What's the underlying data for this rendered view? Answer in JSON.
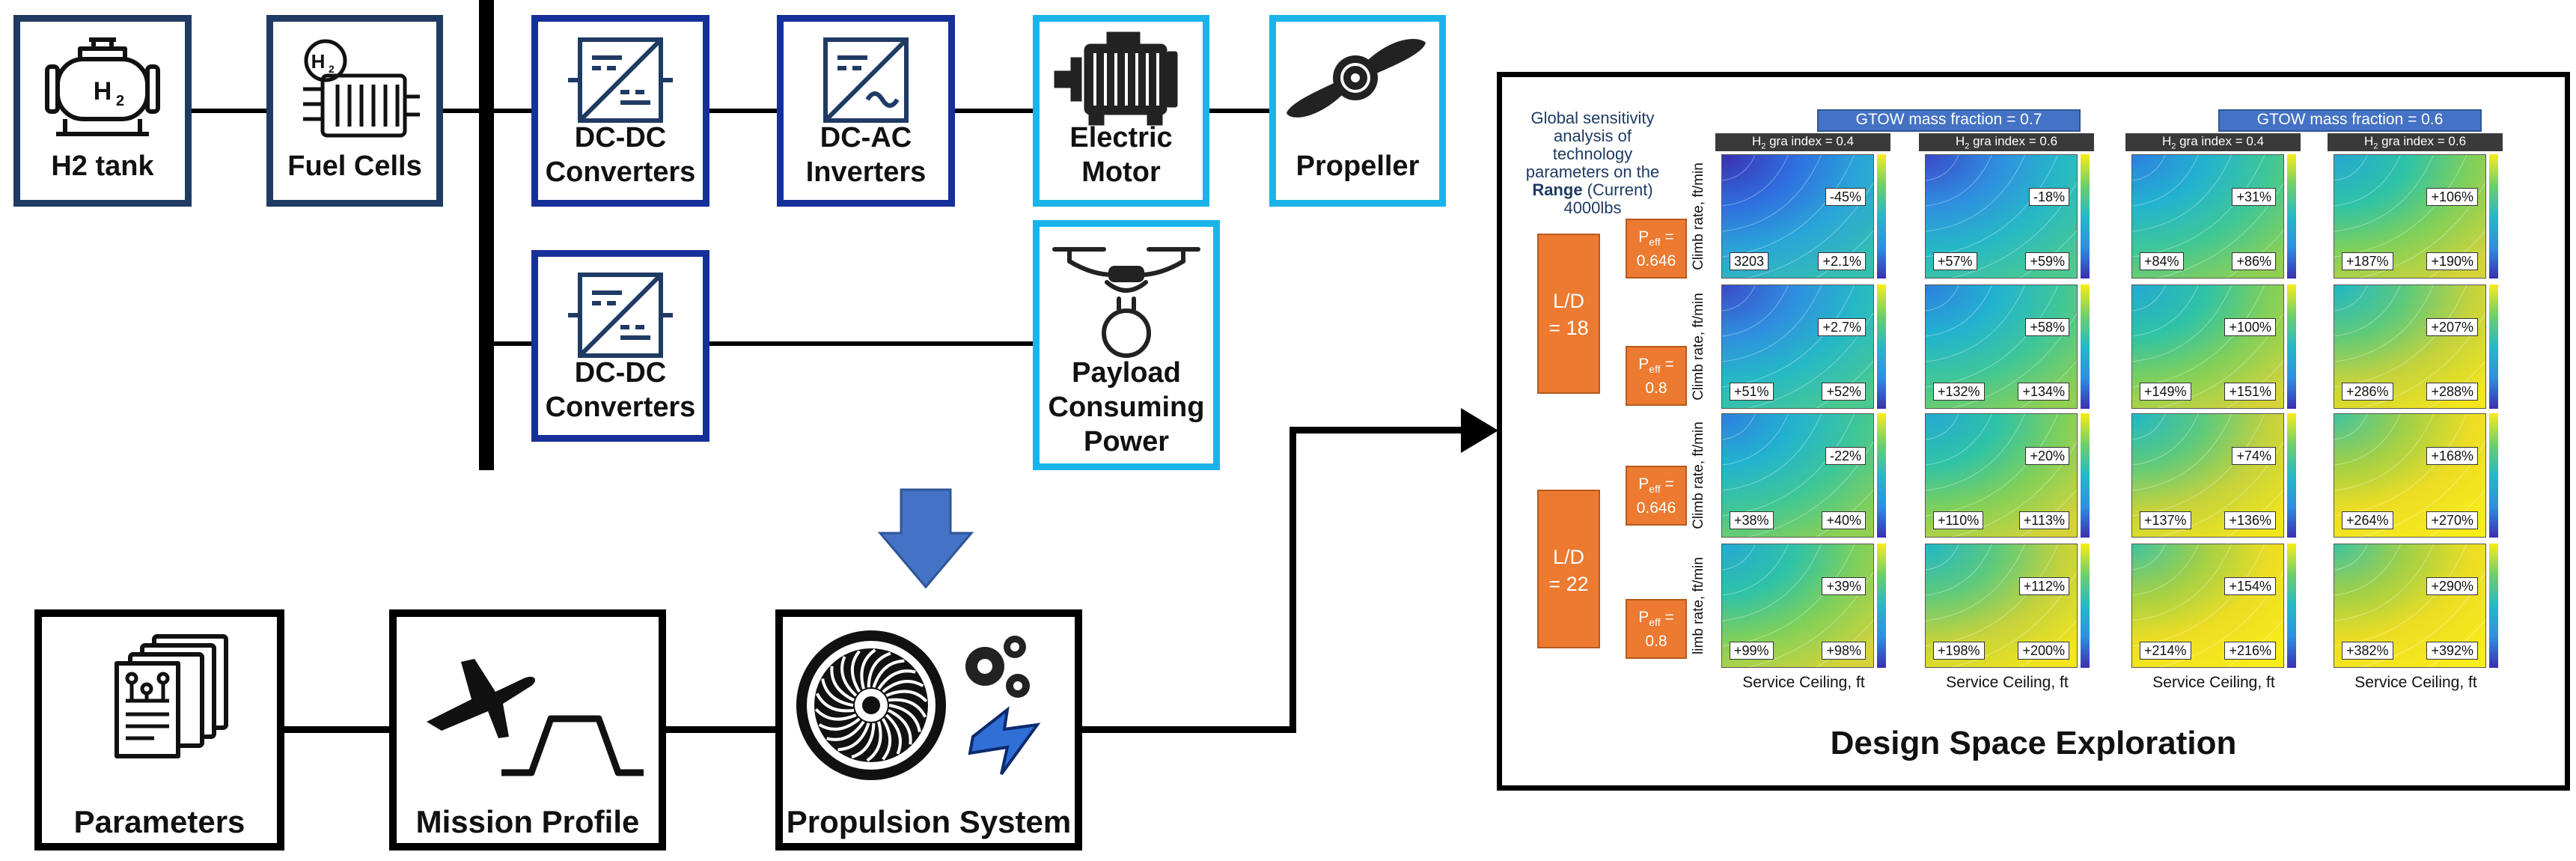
{
  "architecture": {
    "h2_tank": "H2 tank",
    "fuel_cells": "Fuel Cells",
    "dcdc_1": "DC-DC\nConverters",
    "dcac": "DC-AC\nInverters",
    "motor": "Electric\nMotor",
    "propeller": "Propeller",
    "dcdc_2": "DC-DC\nConverters",
    "payload": "Payload\nConsuming\nPower"
  },
  "workflow": {
    "parameters": "Parameters",
    "mission": "Mission Profile",
    "propulsion": "Propulsion System"
  },
  "dse": {
    "title": "Design Space Exploration",
    "sensitivity_line1": "Global sensitivity",
    "sensitivity_line2": "analysis of technology",
    "sensitivity_line3": "parameters on the",
    "sensitivity_bold": "Range",
    "sensitivity_line4_rest": " (Current)",
    "sensitivity_line5": "4000lbs",
    "ld_18": "L/D\n= 18",
    "ld_22": "L/D\n= 22",
    "peff_base": "P",
    "peff_sub": "eff",
    "peff_suffix": " =",
    "peff_values": [
      "0.646",
      "0.8",
      "0.646",
      "0.8"
    ],
    "gtow_headers": [
      "GTOW mass fraction = 0.7",
      "GTOW mass fraction = 0.6"
    ],
    "h2_base": "H",
    "h2_sub": "2",
    "h2_rest": " gra index = ",
    "h2_values": [
      "0.4",
      "0.6",
      "0.4",
      "0.6"
    ],
    "ylabels": [
      "Climb rate, ft/min",
      "Climb rate, ft/min",
      "Climb rate, ft/min",
      "limb rate, ft/min"
    ],
    "xlabels": [
      "Service Ceiling, ft",
      "Service Ceiling, ft",
      "Service Ceiling, ft",
      "Service Ceiling, ft"
    ],
    "grid": [
      [
        {
          "tr": "-45%",
          "bl": "3203",
          "br": "+2.1%"
        },
        {
          "tr": "-18%",
          "bl": "+57%",
          "br": "+59%"
        },
        {
          "tr": "+31%",
          "bl": "+84%",
          "br": "+86%"
        },
        {
          "tr": "+106%",
          "bl": "+187%",
          "br": "+190%"
        }
      ],
      [
        {
          "tr": "+2.7%",
          "bl": "+51%",
          "br": "+52%"
        },
        {
          "tr": "+58%",
          "bl": "+132%",
          "br": "+134%"
        },
        {
          "tr": "+100%",
          "bl": "+149%",
          "br": "+151%"
        },
        {
          "tr": "+207%",
          "bl": "+286%",
          "br": "+288%"
        }
      ],
      [
        {
          "tr": "-22%",
          "bl": "+38%",
          "br": "+40%"
        },
        {
          "tr": "+20%",
          "bl": "+110%",
          "br": "+113%"
        },
        {
          "tr": "+74%",
          "bl": "+137%",
          "br": "+136%"
        },
        {
          "tr": "+168%",
          "bl": "+264%",
          "br": "+270%"
        }
      ],
      [
        {
          "tr": "+39%",
          "bl": "+99%",
          "br": "+98%"
        },
        {
          "tr": "+112%",
          "bl": "+198%",
          "br": "+200%"
        },
        {
          "tr": "+154%",
          "bl": "+214%",
          "br": "+216%"
        },
        {
          "tr": "+290%",
          "bl": "+382%",
          "br": "+392%"
        }
      ]
    ]
  },
  "colors": {
    "navy_border": "#1f3b63",
    "blue_border": "#16309a",
    "cyan_border": "#1ab4ea",
    "orange": "#ec7a30",
    "header_blue": "#4472c4",
    "arrow_blue": "#4472c4"
  }
}
